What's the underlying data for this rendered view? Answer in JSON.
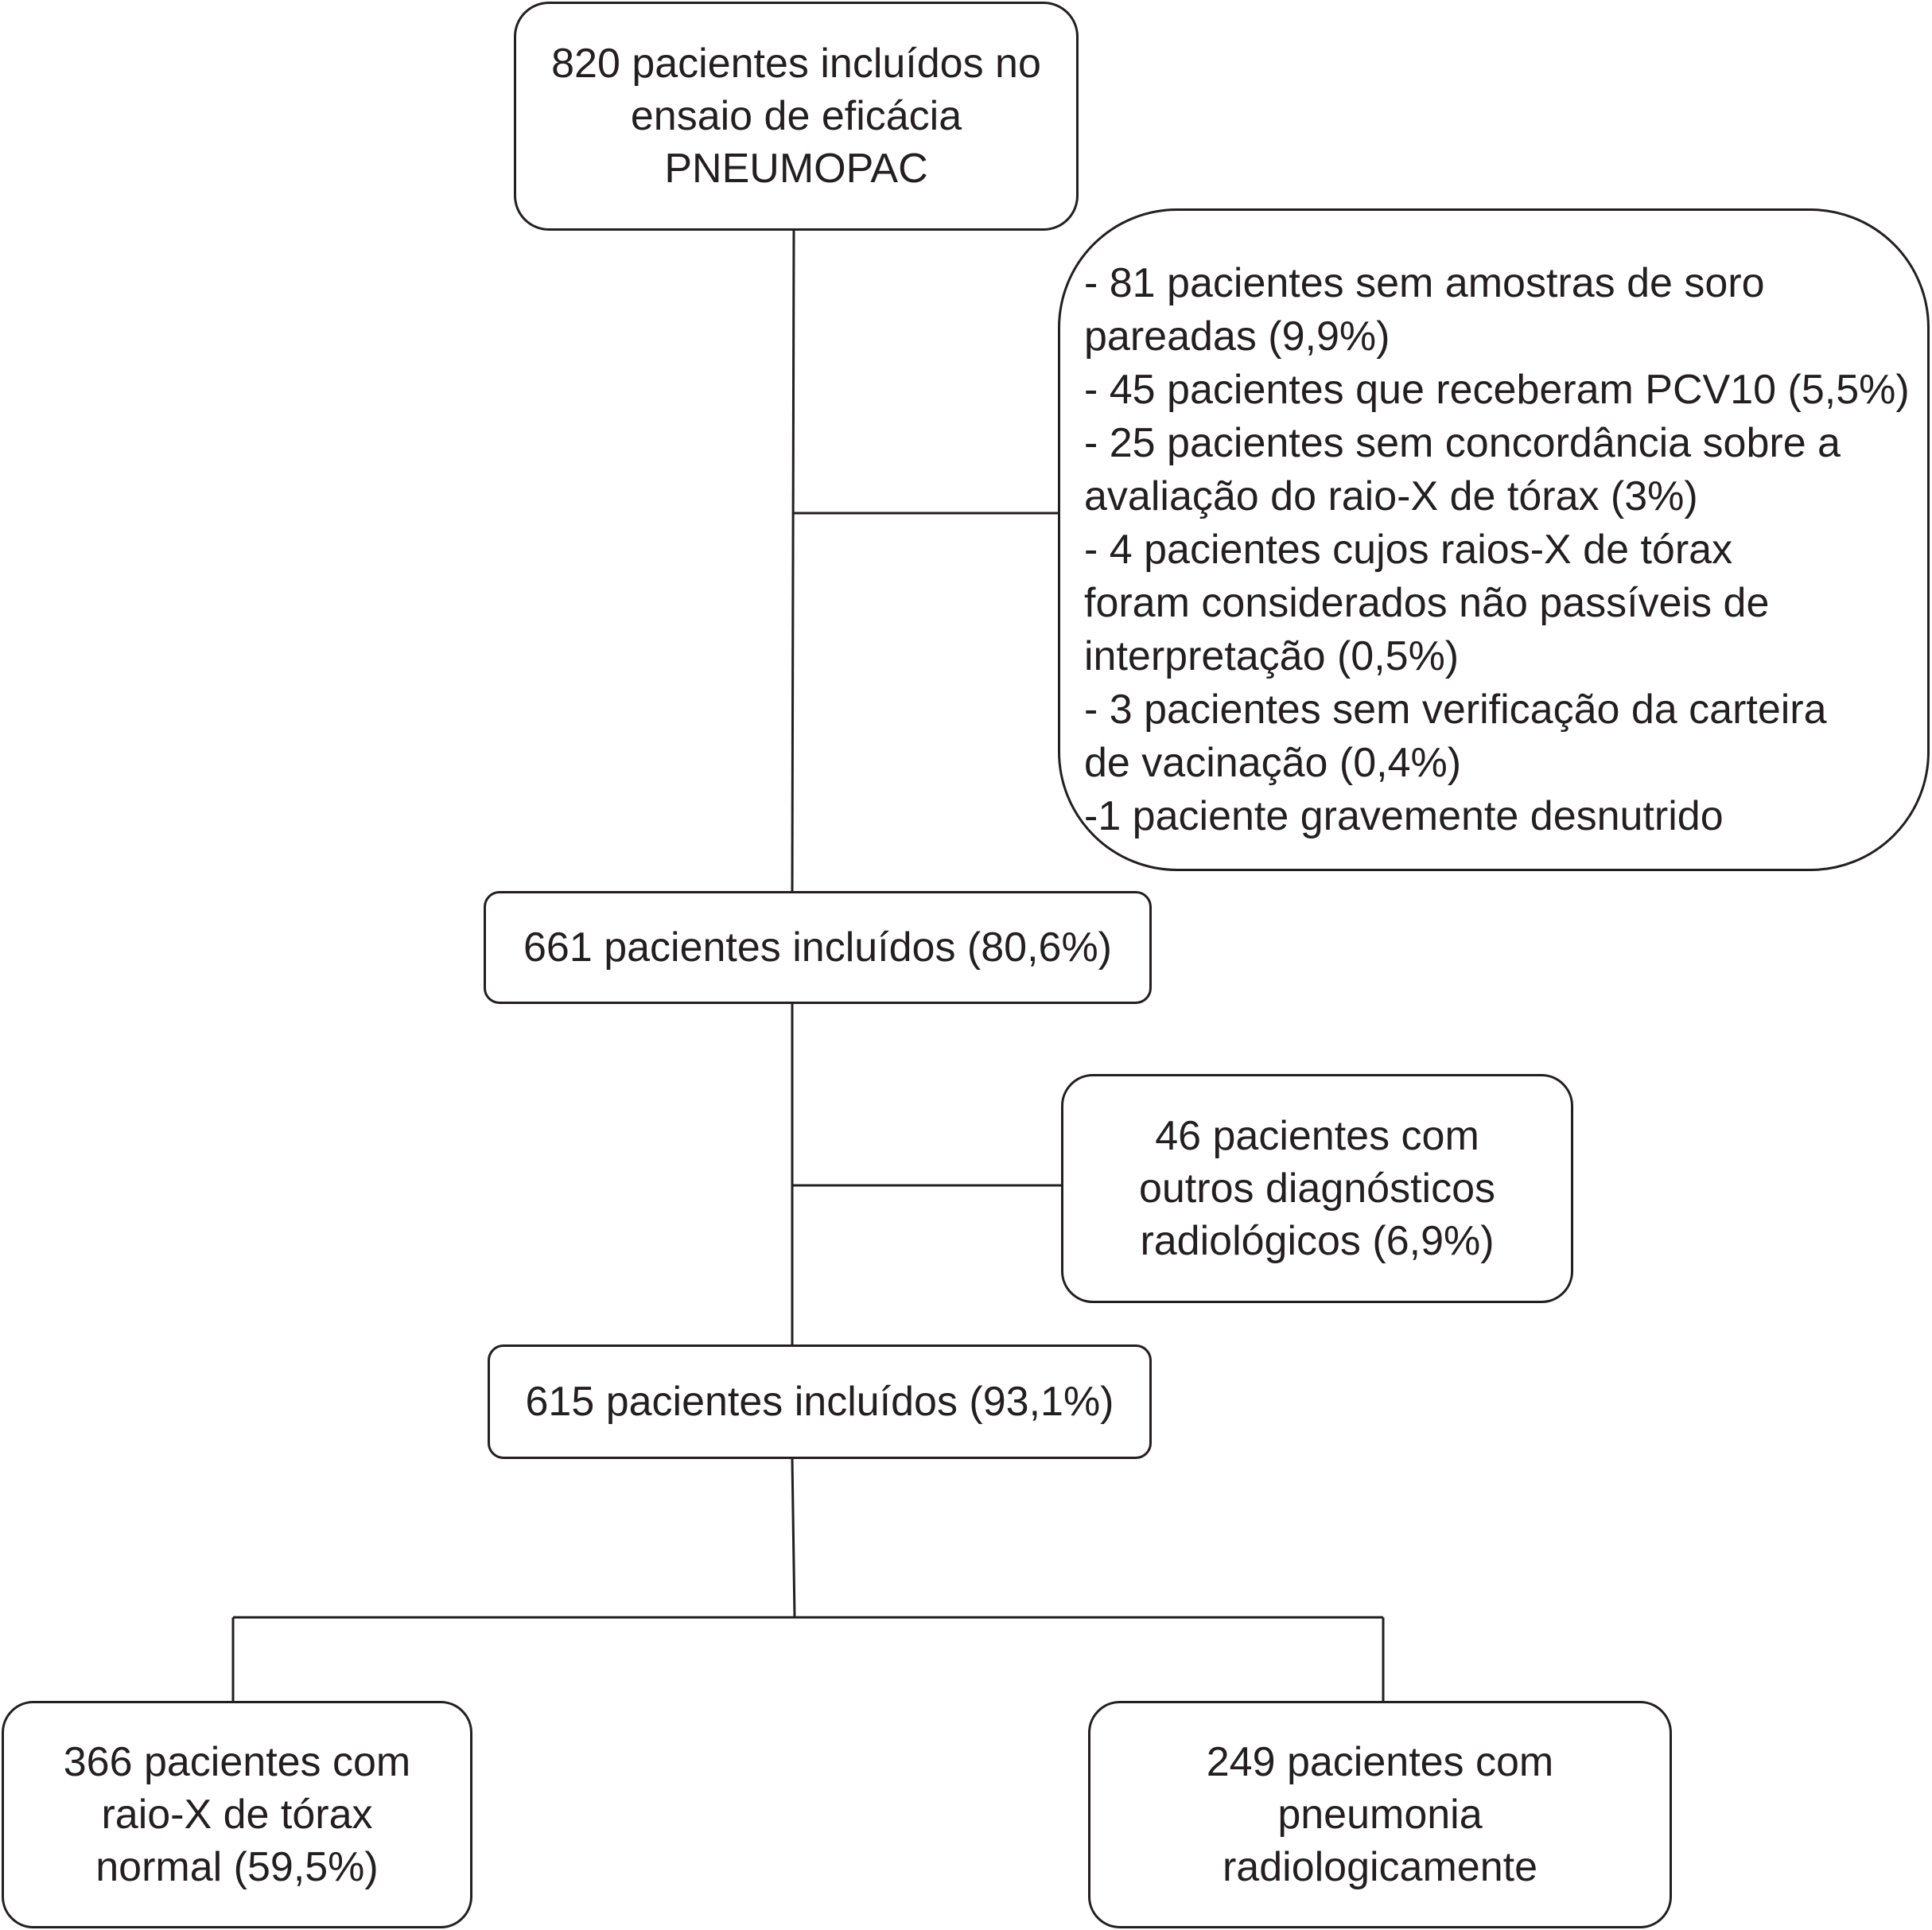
{
  "flowchart": {
    "boxes": {
      "enrolled": [
        "820 pacientes incluídos no",
        "ensaio de eficácia",
        "PNEUMOPAC"
      ],
      "exclusions_1": [
        "- 81 pacientes sem amostras de soro",
        "pareadas (9,9%)",
        "- 45 pacientes que receberam PCV10 (5,5%)",
        "- 25 pacientes sem concordância sobre a",
        "avaliação do raio-X de tórax (3%)",
        "- 4 pacientes cujos raios-X de tórax",
        "foram considerados não passíveis de",
        "interpretação (0,5%)",
        "- 3 pacientes sem verificação da carteira",
        "de vacinação (0,4%)",
        "-1 paciente gravemente desnutrido"
      ],
      "included_1": "661 pacientes incluídos (80,6%)",
      "exclusions_2": [
        "46 pacientes com",
        "outros diagnósticos",
        "radiológicos (6,9%)"
      ],
      "included_2": "615 pacientes incluídos (93,1%)",
      "normal_xray": [
        "366 pacientes com",
        "raio-X de tórax",
        "normal (59,5%)"
      ],
      "pneumonia": [
        "249 pacientes com",
        "pneumonia",
        "radiologicamente"
      ]
    }
  }
}
